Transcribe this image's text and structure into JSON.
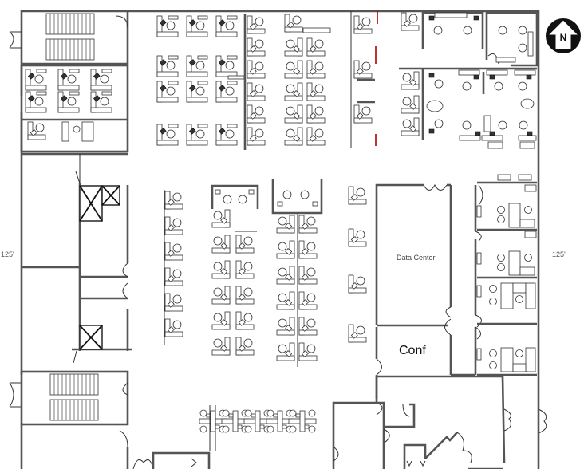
{
  "plan": {
    "type": "office-floor-plan",
    "rooms": {
      "data_center": {
        "label": "Data Center"
      },
      "conference": {
        "label": "Conf"
      }
    },
    "dimensions": {
      "left": "125'",
      "right": "125'"
    },
    "north_arrow": {
      "label": "N"
    },
    "colors": {
      "wall": "#555555",
      "furniture": "#333333",
      "accent_panels": "#b00000",
      "background": "#ffffff"
    },
    "elements": {
      "stairwells": 2,
      "elevator_shafts": 3,
      "cubicle_clusters": [
        {
          "name": "north-west-pods",
          "rows": 4,
          "cols": 3
        },
        {
          "name": "north-single-column",
          "count": 6
        },
        {
          "name": "north-double-column",
          "count": 10
        },
        {
          "name": "north-east-column-redline",
          "count": 3
        },
        {
          "name": "center-left-column",
          "count": 6
        },
        {
          "name": "center-double-column-a",
          "count": 12
        },
        {
          "name": "center-double-column-b",
          "count": 12
        },
        {
          "name": "center-east-column",
          "count": 4
        },
        {
          "name": "south-pods",
          "count": 10
        }
      ],
      "private_offices_east": 4
    }
  }
}
